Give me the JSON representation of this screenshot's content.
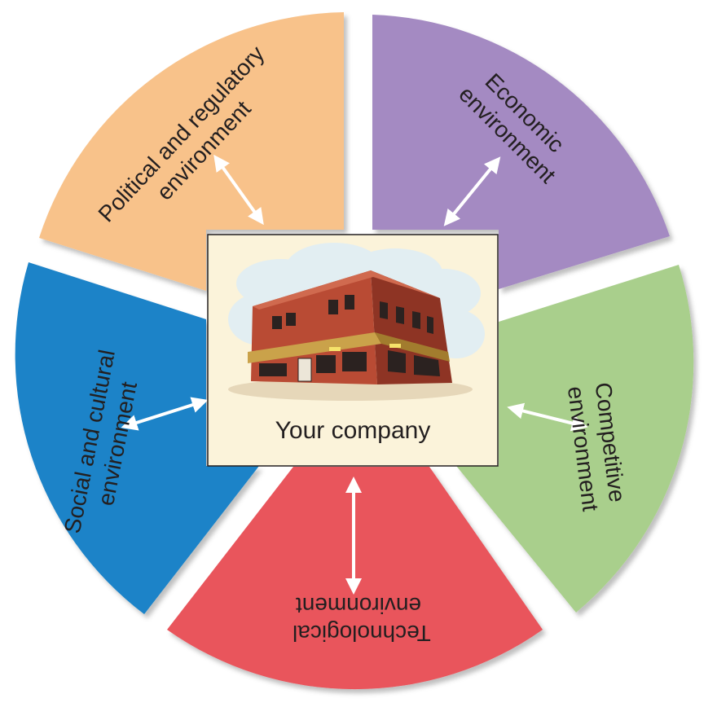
{
  "diagram": {
    "center": {
      "label": "Your company",
      "icon": "office-building-icon"
    },
    "segments": [
      {
        "id": "political",
        "lines": [
          "Political and regulatory",
          "environment"
        ],
        "color": "#f8c28a"
      },
      {
        "id": "economic",
        "lines": [
          "Economic",
          "environment"
        ],
        "color": "#a48ac2"
      },
      {
        "id": "competitive",
        "lines": [
          "Competitive",
          "environment"
        ],
        "color": "#a9cf8c"
      },
      {
        "id": "technological",
        "lines": [
          "Technological",
          "environment"
        ],
        "color": "#e9545b"
      },
      {
        "id": "social",
        "lines": [
          "Social and cultural",
          "environment"
        ],
        "color": "#1b83c8"
      }
    ],
    "arrow_color": "#ffffff",
    "center_fill": "#fbf3da"
  }
}
